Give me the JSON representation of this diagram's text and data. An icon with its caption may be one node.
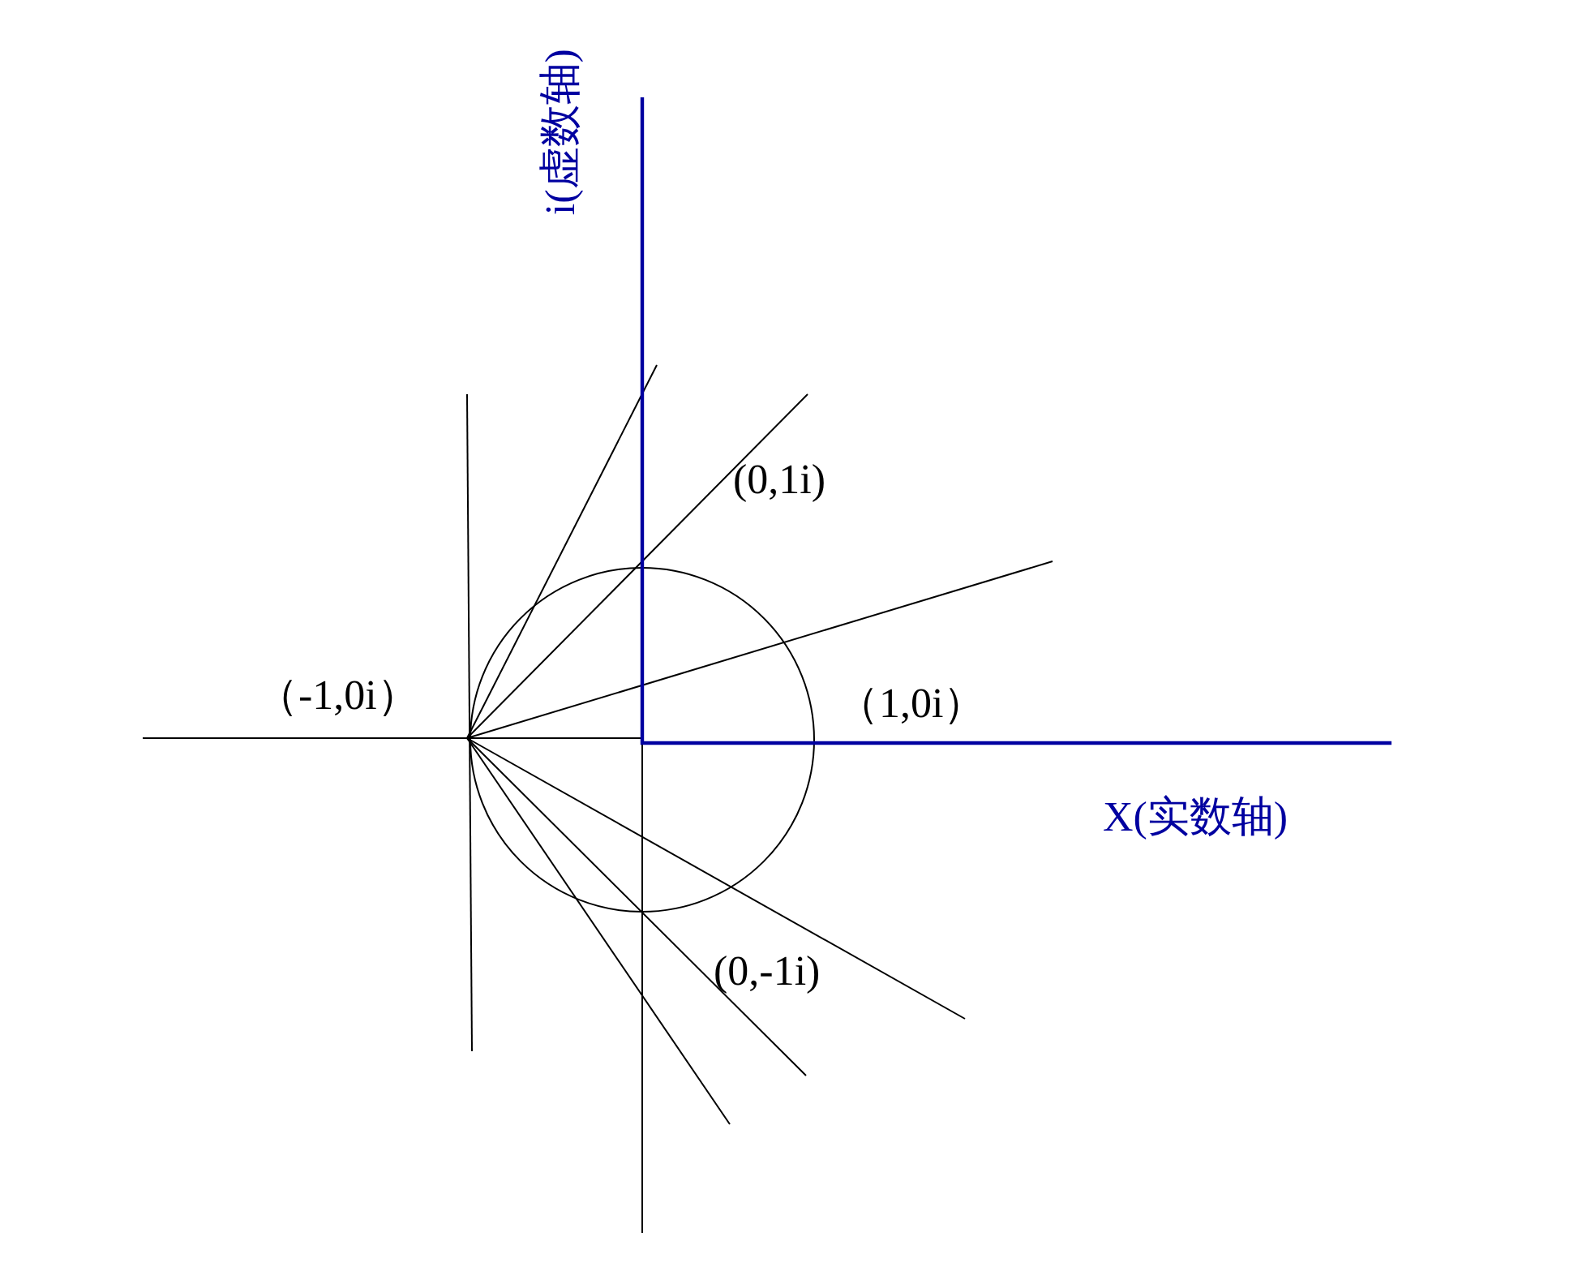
{
  "diagram": {
    "labels": [
      "i(虚数轴)",
      "(0,1i)",
      "（-1,0i）",
      "（1,0i）",
      "X(实数轴)",
      "(0,-1i)"
    ]
  }
}
